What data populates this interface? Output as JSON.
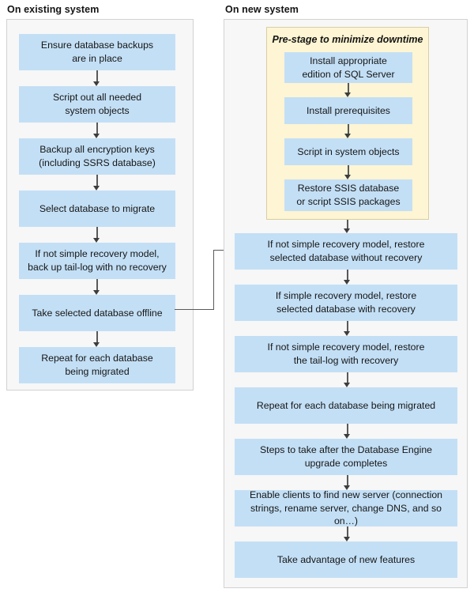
{
  "diagram": {
    "title_existing": "On existing system",
    "title_new": "On new system",
    "colors": {
      "process_box": "#c3dff5",
      "panel_background": "#f7f7f7",
      "panel_border": "#d2d2d2",
      "prestage_background": "#fdf5d3",
      "prestage_border": "#d8cfa4",
      "connector": "#595959",
      "text": "#161616"
    }
  },
  "existing_system": {
    "steps": [
      {
        "line1": "Ensure database backups",
        "line2": "are in place"
      },
      {
        "line1": "Script out all needed",
        "line2": "system objects"
      },
      {
        "line1": "Backup all encryption keys",
        "line2": "(including SSRS database)"
      },
      {
        "line1": "Select database to migrate",
        "line2": ""
      },
      {
        "line1": "If not simple recovery model,",
        "line2": "back up tail-log with no recovery"
      },
      {
        "line1": "Take selected database offline",
        "line2": ""
      },
      {
        "line1": "Repeat for each database",
        "line2": "being migrated"
      }
    ]
  },
  "new_system": {
    "prestage": {
      "title": "Pre-stage to minimize downtime",
      "steps": [
        {
          "line1": "Install appropriate",
          "line2": "edition of SQL Server"
        },
        {
          "line1": "Install prerequisites",
          "line2": ""
        },
        {
          "line1": "Script in system objects",
          "line2": ""
        },
        {
          "line1": "Restore SSIS database",
          "line2": "or script SSIS packages"
        }
      ]
    },
    "steps": [
      {
        "line1": "If not simple recovery model, restore",
        "line2": "selected database without recovery"
      },
      {
        "line1": "If simple recovery model, restore",
        "line2": "selected database with recovery"
      },
      {
        "line1": "If not simple recovery model, restore",
        "line2": "the tail-log with recovery"
      },
      {
        "line1": "Repeat for each database being migrated",
        "line2": ""
      },
      {
        "line1": "Steps to take after the Database Engine",
        "line2": "upgrade completes"
      },
      {
        "line1": "Enable clients to find new server (connection",
        "line2": "strings, rename server, change DNS, and so on…)"
      },
      {
        "line1": "Take advantage of new features",
        "line2": ""
      }
    ]
  },
  "chart_data": {
    "type": "table",
    "title": "SQL Server database migration flowchart",
    "columns": [
      "On existing system",
      "On new system"
    ],
    "rows": [
      [
        "Ensure database backups are in place",
        "Pre-stage: Install appropriate edition of SQL Server"
      ],
      [
        "Script out all needed system objects",
        "Pre-stage: Install prerequisites"
      ],
      [
        "Backup all encryption keys (including SSRS database)",
        "Pre-stage: Script in system objects"
      ],
      [
        "Select database to migrate",
        "Pre-stage: Restore SSIS database or script SSIS packages"
      ],
      [
        "If not simple recovery model, back up tail-log with no recovery",
        "If not simple recovery model, restore selected database without recovery"
      ],
      [
        "Take selected database offline",
        "If simple recovery model, restore selected database with recovery"
      ],
      [
        "Repeat for each database being migrated",
        "If not simple recovery model, restore the tail-log with recovery"
      ],
      [
        "",
        "Repeat for each database being migrated"
      ],
      [
        "",
        "Steps to take after the Database Engine upgrade completes"
      ],
      [
        "",
        "Enable clients to find new server (connection strings, rename server, change DNS, and so on…)"
      ],
      [
        "",
        "Take advantage of new features"
      ]
    ],
    "cross_link": {
      "from": "Take selected database offline",
      "to": "If not simple recovery model, restore selected database without recovery"
    }
  }
}
